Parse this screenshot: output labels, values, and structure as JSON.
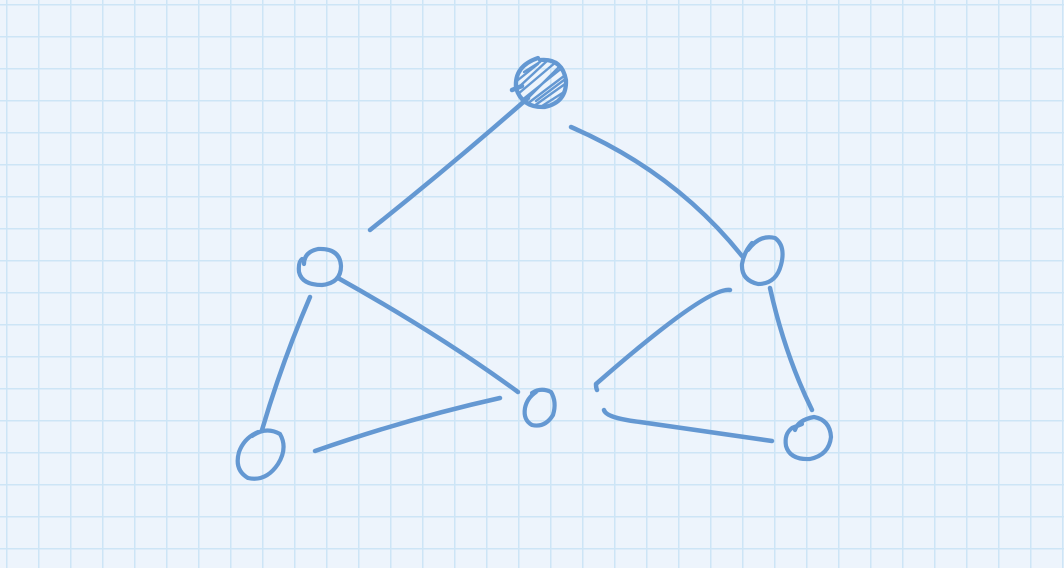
{
  "diagram": {
    "type": "graph",
    "style": "hand-drawn sketch on grid paper",
    "colors": {
      "paper": "#edf4fc",
      "grid": "#cde5f6",
      "ink": "#6498d2"
    },
    "nodes": [
      {
        "id": "root",
        "filled": true
      },
      {
        "id": "left",
        "filled": false
      },
      {
        "id": "right",
        "filled": false
      },
      {
        "id": "left-left",
        "filled": false
      },
      {
        "id": "middle",
        "filled": false
      },
      {
        "id": "right-right",
        "filled": false
      }
    ],
    "edges": [
      {
        "from": "root",
        "to": "left"
      },
      {
        "from": "root",
        "to": "right"
      },
      {
        "from": "left",
        "to": "left-left"
      },
      {
        "from": "left",
        "to": "middle"
      },
      {
        "from": "left-left",
        "to": "middle"
      },
      {
        "from": "right",
        "to": "middle"
      },
      {
        "from": "middle",
        "to": "right-right"
      },
      {
        "from": "right",
        "to": "right-right"
      }
    ]
  }
}
